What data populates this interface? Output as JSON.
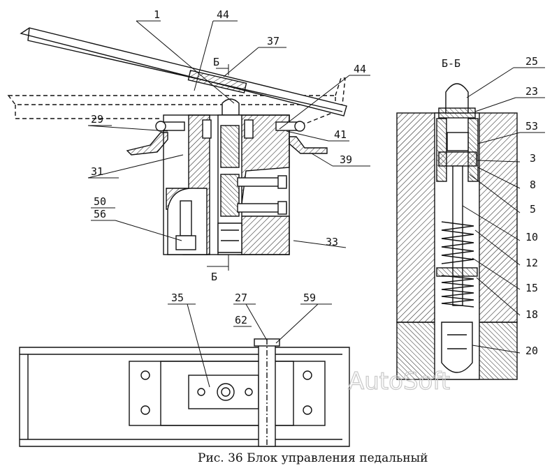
{
  "figure": {
    "caption": "Рис. 36 Блок управления педальный",
    "section_label": "Б-Б",
    "section_marks": [
      "Б",
      "Б"
    ],
    "watermark": "AutoSoft"
  },
  "callouts": {
    "c1": "1",
    "c44a": "44",
    "c37": "37",
    "c44b": "44",
    "c29": "29",
    "c41": "41",
    "c31": "31",
    "c39": "39",
    "c50": "50",
    "c56": "56",
    "c33": "33",
    "c25": "25",
    "c23": "23",
    "c53": "53",
    "c3": "3",
    "c8": "8",
    "c5": "5",
    "c10": "10",
    "c12": "12",
    "c15": "15",
    "c18": "18",
    "c20": "20",
    "c35": "35",
    "c27": "27",
    "c59": "59",
    "c62": "62"
  }
}
